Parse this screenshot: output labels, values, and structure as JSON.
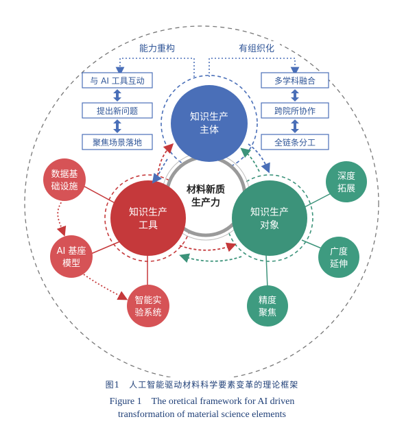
{
  "colors": {
    "blue": "#4a6fb8",
    "red": "#c5393b",
    "red_small": "#d65356",
    "green": "#3c937a",
    "green_small": "#3e9b80",
    "box_border": "#4a6fb8",
    "label_blue": "#2f5597"
  },
  "top_labels": {
    "left": "能力重构",
    "right": "有组织化"
  },
  "left_boxes": [
    "与 AI 工具互动",
    "提出新问题",
    "聚焦场景落地"
  ],
  "right_boxes": [
    "多学科融合",
    "跨院所协作",
    "全链条分工"
  ],
  "main_circles": {
    "subject": {
      "line1": "知识生产",
      "line2": "主体"
    },
    "tool": {
      "line1": "知识生产",
      "line2": "工具"
    },
    "object": {
      "line1": "知识生产",
      "line2": "对象"
    }
  },
  "center": {
    "line1": "材料新质",
    "line2": "生产力"
  },
  "tool_satellites": [
    {
      "line1": "数据基",
      "line2": "础设施"
    },
    {
      "line1": "AI 基座",
      "line2": "模型"
    },
    {
      "line1": "智能实",
      "line2": "验系统"
    }
  ],
  "object_satellites": [
    {
      "line1": "深度",
      "line2": "拓展"
    },
    {
      "line1": "广度",
      "line2": "延伸"
    },
    {
      "line1": "精度",
      "line2": "聚焦"
    }
  ],
  "caption": {
    "cn": "图1　人工智能驱动材料科学要素变革的理论框架",
    "en_line1": "Figure 1　The oretical framework for AI driven",
    "en_line2": "transformation of material science elements"
  }
}
